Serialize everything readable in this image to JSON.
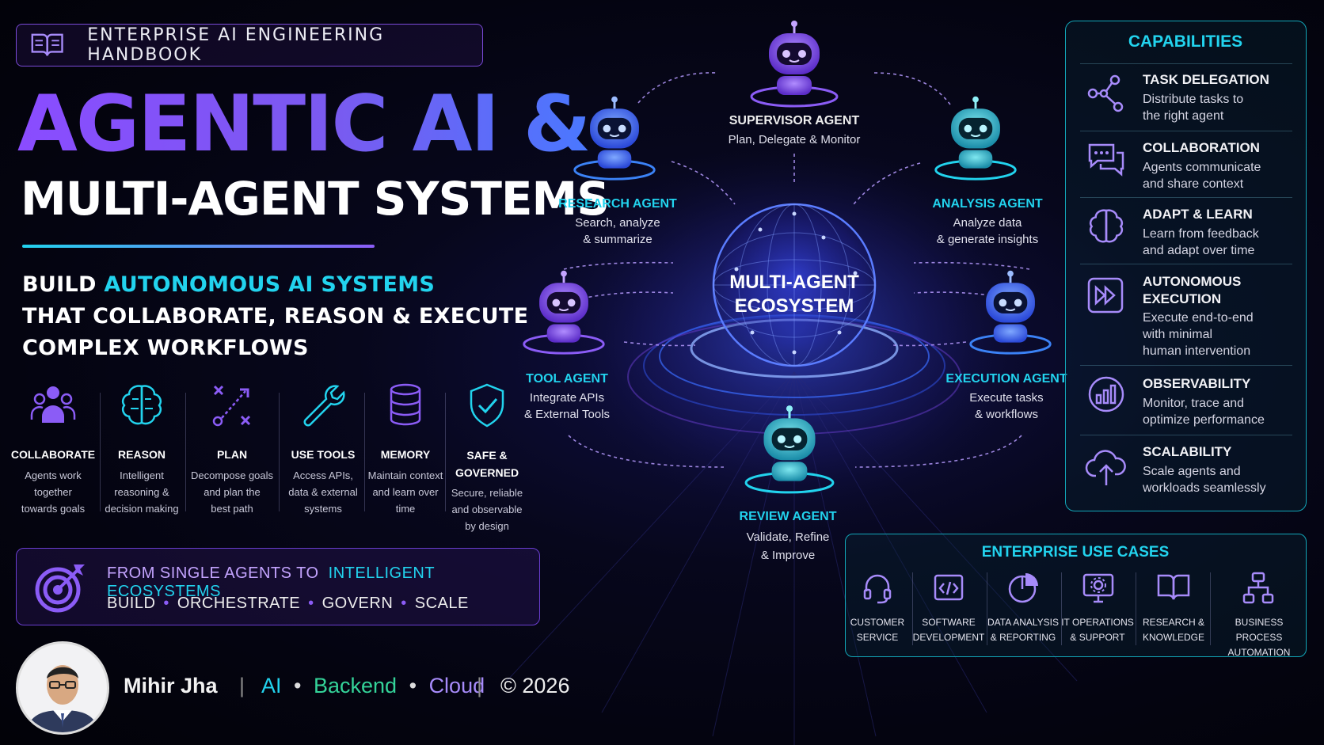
{
  "handbook_label": "ENTERPRISE AI ENGINEERING HANDBOOK",
  "title_line1": "AGENTIC AI &",
  "title_line2": "MULTI-AGENT SYSTEMS",
  "subtitle": {
    "build": "BUILD",
    "highlight": "AUTONOMOUS AI SYSTEMS",
    "line2": "THAT COLLABORATE, REASON & EXECUTE",
    "line3": "COMPLEX WORKFLOWS"
  },
  "features": [
    {
      "title": "COLLABORATE",
      "desc": [
        "Agents work",
        "together",
        "towards goals"
      ],
      "icon": "team-icon"
    },
    {
      "title": "REASON",
      "desc": [
        "Intelligent",
        "reasoning &",
        "decision making"
      ],
      "icon": "brain-icon"
    },
    {
      "title": "PLAN",
      "desc": [
        "Decompose goals",
        "and plan the",
        "best path"
      ],
      "icon": "path-icon"
    },
    {
      "title": "USE TOOLS",
      "desc": [
        "Access APIs,",
        "data & external",
        "systems"
      ],
      "icon": "wrench-icon"
    },
    {
      "title": "MEMORY",
      "desc": [
        "Maintain context",
        "and learn over",
        "time"
      ],
      "icon": "database-icon"
    },
    {
      "title": "SAFE &",
      "title2": "GOVERNED",
      "desc": [
        "Secure, reliable",
        "and observable",
        "by design"
      ],
      "icon": "shield-check-icon"
    }
  ],
  "banner": {
    "prefix": "FROM SINGLE AGENTS TO",
    "highlight": "INTELLIGENT ECOSYSTEMS",
    "steps": [
      "BUILD",
      "ORCHESTRATE",
      "GOVERN",
      "SCALE"
    ]
  },
  "footer": {
    "name": "Mihir Jha",
    "tags": [
      "AI",
      "Backend",
      "Cloud"
    ],
    "copyright": "© 2026"
  },
  "center": {
    "line1": "MULTI-AGENT",
    "line2": "ECOSYSTEM"
  },
  "agents": {
    "supervisor": {
      "name": "SUPERVISOR AGENT",
      "desc": [
        "Plan, Delegate & Monitor"
      ]
    },
    "research": {
      "name": "RESEARCH AGENT",
      "desc": [
        "Search, analyze",
        "& summarize"
      ]
    },
    "analysis": {
      "name": "ANALYSIS AGENT",
      "desc": [
        "Analyze data",
        "& generate insights"
      ]
    },
    "tool": {
      "name": "TOOL AGENT",
      "desc": [
        "Integrate APIs",
        "& External Tools"
      ]
    },
    "execution": {
      "name": "EXECUTION AGENT",
      "desc": [
        "Execute tasks",
        "& workflows"
      ]
    },
    "review": {
      "name": "REVIEW AGENT",
      "desc": [
        "Validate, Refine",
        "& Improve"
      ]
    }
  },
  "capabilities": {
    "heading": "CAPABILITIES",
    "items": [
      {
        "title": [
          "TASK DELEGATION"
        ],
        "desc": [
          "Distribute tasks to",
          "the right agent"
        ],
        "icon": "network-nodes-icon"
      },
      {
        "title": [
          "COLLABORATION"
        ],
        "desc": [
          "Agents communicate",
          "and share context"
        ],
        "icon": "chat-bubbles-icon"
      },
      {
        "title": [
          "ADAPT & LEARN"
        ],
        "desc": [
          "Learn from feedback",
          "and adapt over time"
        ],
        "icon": "brain-icon"
      },
      {
        "title": [
          "AUTONOMOUS",
          "EXECUTION"
        ],
        "desc": [
          "Execute end-to-end",
          "with minimal",
          "human intervention"
        ],
        "icon": "fast-forward-icon"
      },
      {
        "title": [
          "OBSERVABILITY"
        ],
        "desc": [
          "Monitor, trace and",
          "optimize performance"
        ],
        "icon": "gauge-chart-icon"
      },
      {
        "title": [
          "SCALABILITY"
        ],
        "desc": [
          "Scale agents and",
          "workloads seamlessly"
        ],
        "icon": "cloud-upload-icon"
      }
    ]
  },
  "use_cases": {
    "heading": "ENTERPRISE USE CASES",
    "items": [
      {
        "label": [
          "CUSTOMER",
          "SERVICE"
        ],
        "icon": "headset-icon"
      },
      {
        "label": [
          "SOFTWARE",
          "DEVELOPMENT"
        ],
        "icon": "code-window-icon"
      },
      {
        "label": [
          "DATA ANALYSIS",
          "& REPORTING"
        ],
        "icon": "pie-chart-icon"
      },
      {
        "label": [
          "IT OPERATIONS",
          "& SUPPORT"
        ],
        "icon": "monitor-gear-icon"
      },
      {
        "label": [
          "RESEARCH &",
          "KNOWLEDGE"
        ],
        "icon": "open-book-icon"
      },
      {
        "label": [
          "BUSINESS PROCESS",
          "AUTOMATION"
        ],
        "icon": "workflow-icon"
      }
    ]
  },
  "colors": {
    "purple": "#8b5cf6",
    "cyan": "#22d3ee",
    "blue": "#3b82f6",
    "green": "#34d399",
    "background": "#05050f"
  }
}
